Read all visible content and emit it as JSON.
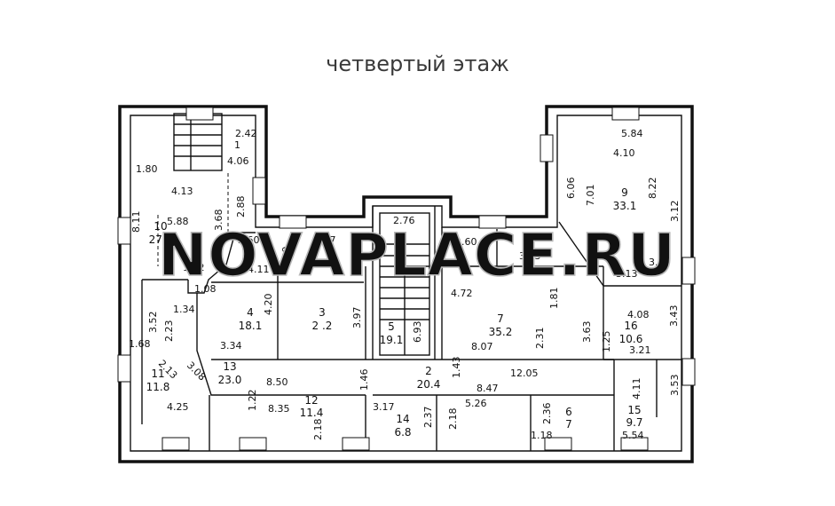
{
  "title": "четвертый этаж",
  "watermark": "NOVAPLACE.RU",
  "rooms": [
    {
      "num": "1",
      "area": ""
    },
    {
      "num": "2",
      "area": "20.4"
    },
    {
      "num": "3",
      "area": "2 .2"
    },
    {
      "num": "4",
      "area": "18.1"
    },
    {
      "num": "5",
      "area": "19.1"
    },
    {
      "num": "6",
      "area": "7"
    },
    {
      "num": "7",
      "area": "35.2"
    },
    {
      "num": "8",
      "area": ""
    },
    {
      "num": "9",
      "area": "33.1"
    },
    {
      "num": "10",
      "area": "27.0"
    },
    {
      "num": "11",
      "area": "11.8"
    },
    {
      "num": "12",
      "area": "11.4"
    },
    {
      "num": "13",
      "area": "23.0"
    },
    {
      "num": "14",
      "area": "6.8"
    },
    {
      "num": "15",
      "area": "9.7"
    },
    {
      "num": "16",
      "area": "10.6"
    }
  ],
  "dimensions": [
    "2.42",
    "4.06",
    "1.80",
    "4.13",
    "2.88",
    "8.11",
    "5.88",
    "3.68",
    "2.76",
    "2.60",
    "2.47",
    "1.89",
    "4.11",
    "1.12",
    "1.08",
    "1.34",
    "4.20",
    "3.97",
    "3.34",
    "3.52",
    "1.68",
    "2.23",
    "3.08",
    "2.13",
    "4.25",
    "8.50",
    "1.46",
    "1.22",
    "8.35",
    "2.18",
    "3.17",
    "2.37",
    "1.43",
    "12.05",
    "8.47",
    "5.26",
    "2.18",
    "2.36",
    "1.18",
    "6.93",
    "4.72",
    "1.81",
    "8.07",
    "2.31",
    "3.63",
    "1.25",
    "5.84",
    "4.10",
    "6.06",
    "7.01",
    "8.22",
    "3.12",
    "1.73",
    "3.83",
    "3.13",
    "3.99",
    "4.08",
    "3.43",
    "3.21",
    "4.11",
    "3.53",
    "5.54",
    "2.60"
  ]
}
